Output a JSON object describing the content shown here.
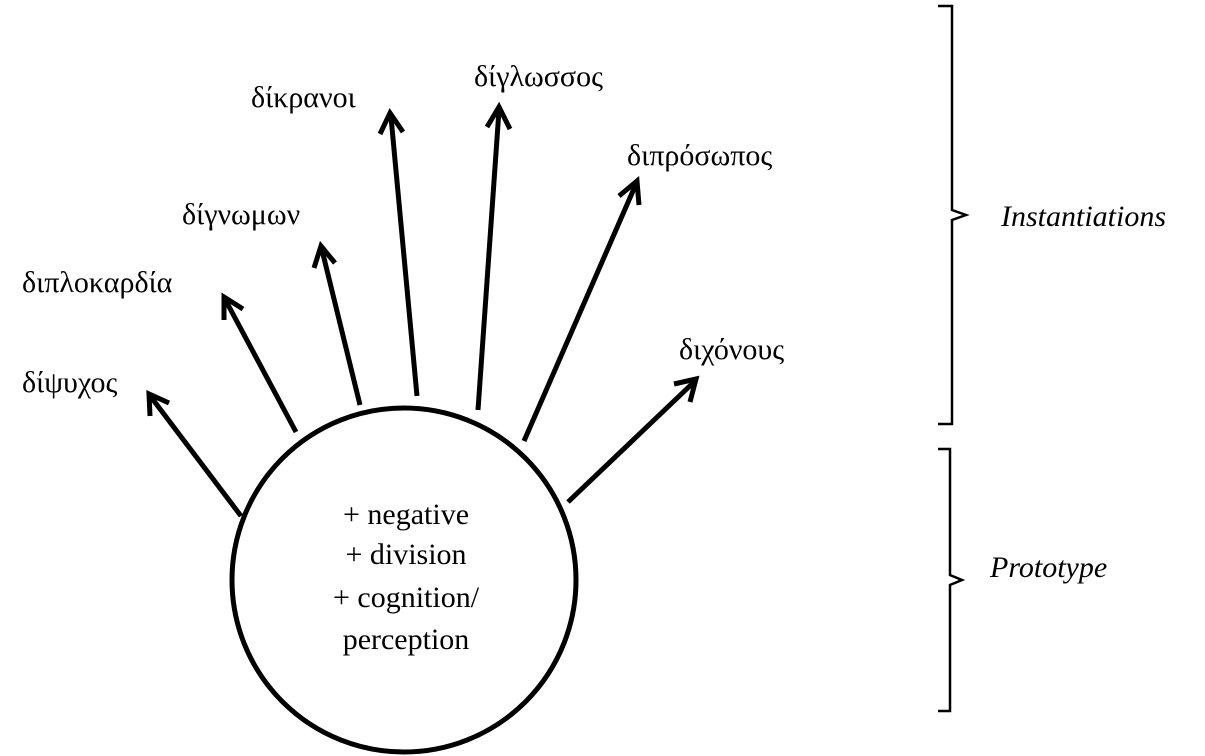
{
  "prototype_circle": {
    "lines": [
      "+ negative",
      "+ division",
      "+ cognition/",
      "perception"
    ]
  },
  "instantiations": [
    {
      "key": "dipsychos",
      "label": "δίψυχος"
    },
    {
      "key": "diplokardia",
      "label": "διπλοκαρδία"
    },
    {
      "key": "dignomon",
      "label": "δίγνωμων"
    },
    {
      "key": "dikranoi",
      "label": "δίκρανοι"
    },
    {
      "key": "diglossos",
      "label": "δίγλωσσος"
    },
    {
      "key": "diprosopos",
      "label": "διπρόσωπος"
    },
    {
      "key": "dichonous",
      "label": "διχόνους"
    }
  ],
  "brackets": {
    "instantiations_label": "Instantiations",
    "prototype_label": "Prototype"
  },
  "colors": {
    "stroke": "#000000",
    "background": "#ffffff"
  }
}
